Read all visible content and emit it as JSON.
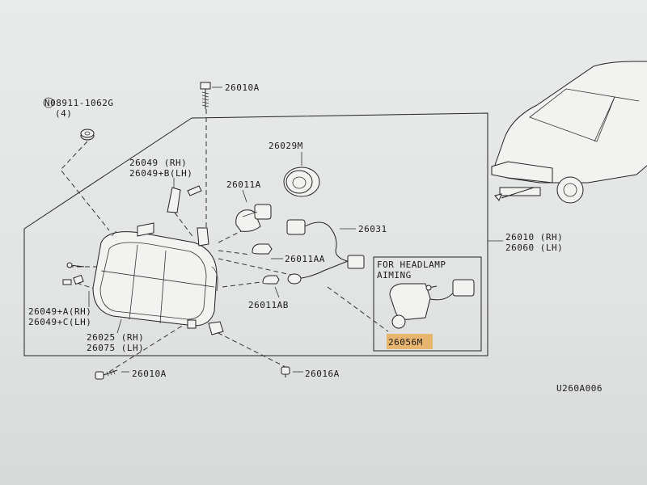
{
  "labels": {
    "nut_part": "N08911-1062G",
    "nut_qty": "(4)",
    "screw_top": "26010A",
    "bulb_holder": "26029M",
    "bracket_rh": "26049 (RH)",
    "bracket_lh": "26049+B(LH)",
    "bulb_main": "26011A",
    "harness": "26031",
    "bulb_small": "26011AA",
    "bulb_side": "26011AB",
    "assy_rh": "26010 (RH)",
    "assy_lh": "26060 (LH)",
    "aiming_line1": "FOR HEADLAMP",
    "aiming_line2": "AIMING",
    "aiming_part": "26056M",
    "clip_rh": "26049+A(RH)",
    "clip_lh": "26049+C(LH)",
    "lens_rh": "26025 (RH)",
    "lens_lh": "26075 (LH)",
    "screw_bottom": "26010A",
    "bolt_bottom": "26016A",
    "figure_code": "U260A006"
  },
  "colors": {
    "highlight": "#e8b060",
    "ink": "#222222"
  }
}
